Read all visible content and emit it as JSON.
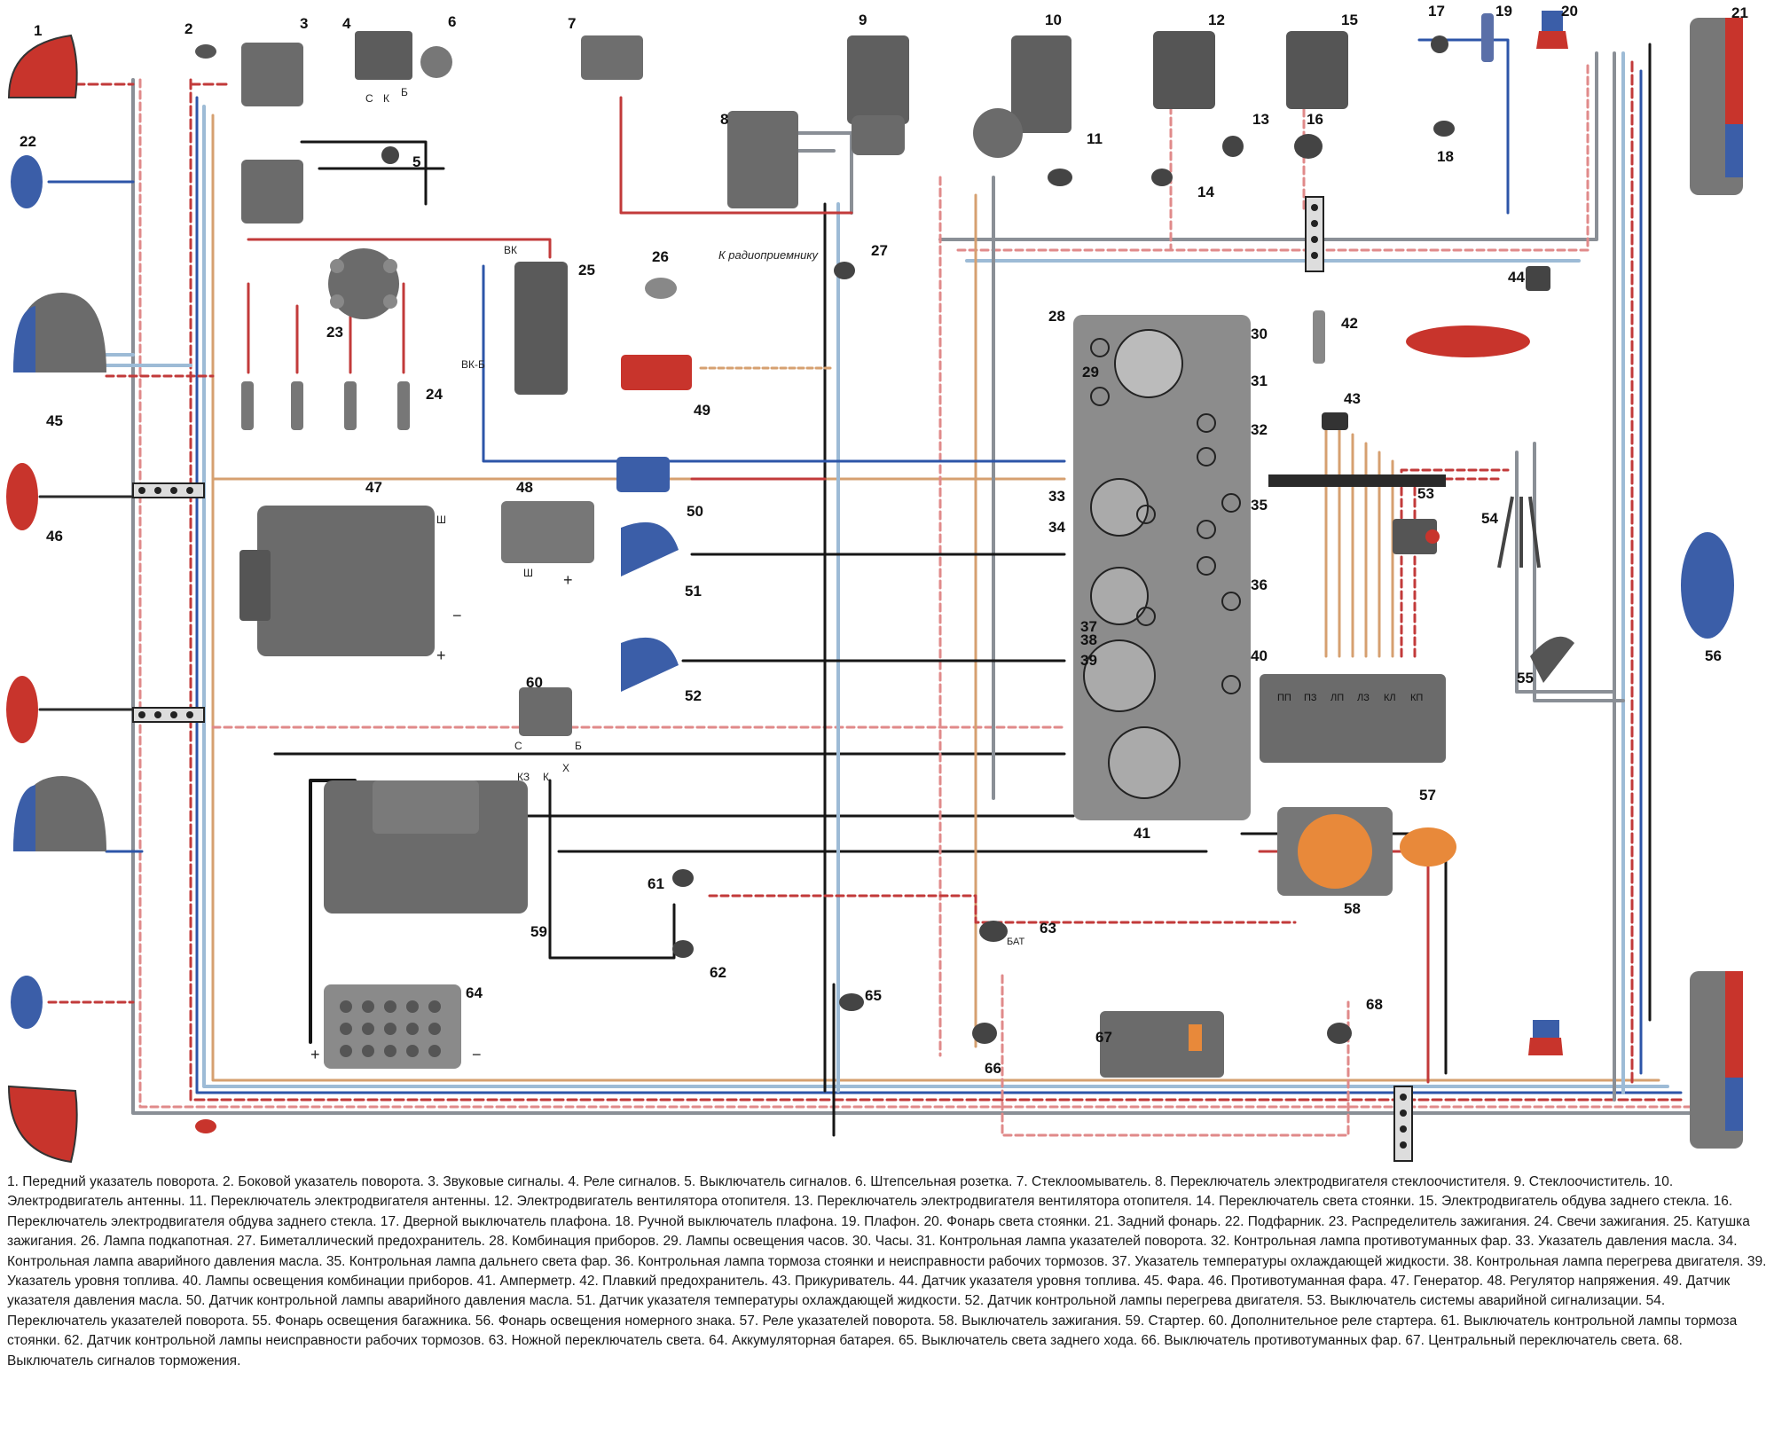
{
  "diagram": {
    "callouts": [
      {
        "n": "1"
      },
      {
        "n": "2"
      },
      {
        "n": "3"
      },
      {
        "n": "4"
      },
      {
        "n": "5"
      },
      {
        "n": "6"
      },
      {
        "n": "7"
      },
      {
        "n": "8"
      },
      {
        "n": "9"
      },
      {
        "n": "10"
      },
      {
        "n": "11"
      },
      {
        "n": "12"
      },
      {
        "n": "13"
      },
      {
        "n": "14"
      },
      {
        "n": "15"
      },
      {
        "n": "16"
      },
      {
        "n": "17"
      },
      {
        "n": "18"
      },
      {
        "n": "19"
      },
      {
        "n": "20"
      },
      {
        "n": "21"
      },
      {
        "n": "22"
      },
      {
        "n": "23"
      },
      {
        "n": "24"
      },
      {
        "n": "25"
      },
      {
        "n": "26"
      },
      {
        "n": "27"
      },
      {
        "n": "28"
      },
      {
        "n": "29"
      },
      {
        "n": "30"
      },
      {
        "n": "31"
      },
      {
        "n": "32"
      },
      {
        "n": "33"
      },
      {
        "n": "34"
      },
      {
        "n": "35"
      },
      {
        "n": "36"
      },
      {
        "n": "37"
      },
      {
        "n": "38"
      },
      {
        "n": "39"
      },
      {
        "n": "40"
      },
      {
        "n": "41"
      },
      {
        "n": "42"
      },
      {
        "n": "43"
      },
      {
        "n": "44"
      },
      {
        "n": "45"
      },
      {
        "n": "46"
      },
      {
        "n": "47"
      },
      {
        "n": "48"
      },
      {
        "n": "49"
      },
      {
        "n": "50"
      },
      {
        "n": "51"
      },
      {
        "n": "52"
      },
      {
        "n": "53"
      },
      {
        "n": "54"
      },
      {
        "n": "55"
      },
      {
        "n": "56"
      },
      {
        "n": "57"
      },
      {
        "n": "58"
      },
      {
        "n": "59"
      },
      {
        "n": "60"
      },
      {
        "n": "61"
      },
      {
        "n": "62"
      },
      {
        "n": "63"
      },
      {
        "n": "64"
      },
      {
        "n": "65"
      },
      {
        "n": "66"
      },
      {
        "n": "67"
      },
      {
        "n": "68"
      }
    ],
    "radio_label": "К радиоприемнику",
    "terminals": {
      "vk": "ВК",
      "vkb": "ВК-Б",
      "sh": "Ш",
      "plus": "+",
      "minus": "−",
      "bat": "БАТ",
      "s": "С",
      "k": "К",
      "b": "Б",
      "x": "Х",
      "kz": "КЗ"
    },
    "relay_pins": [
      "ПП",
      "ПЗ",
      "ЛП",
      "ЛЗ",
      "КЛ",
      "КП"
    ],
    "colors": {
      "wire_red": "#c23a3a",
      "wire_blue": "#2d55a8",
      "wire_black": "#161616",
      "wire_pink": "#e08a8a",
      "wire_gray": "#8a8f96",
      "wire_lightblue": "#9dbbd6",
      "wire_orange": "#d9903a",
      "wire_beige": "#d6a070",
      "panel_gray": "#8c8c8c",
      "component_gray": "#6b6b6b",
      "lamp_red": "#c8342c",
      "lamp_blue": "#3b5ea8",
      "key_orange": "#e8893a"
    }
  },
  "legend": {
    "text": "1. Передний указатель поворота. 2. Боковой указатель поворота. 3. Звуковые сигналы. 4. Реле сигналов. 5. Выключатель сигналов. 6. Штепсельная розетка. 7. Стеклоомыватель. 8. Переключатель электродвигателя стеклоочистителя. 9. Стеклоочиститель. 10. Электродвигатель антенны. 11. Переключатель электродвигателя антенны. 12. Электродвигатель вентилятора отопителя. 13. Переключатель электродвигателя вентилятора отопителя. 14. Переключатель света стоянки. 15. Электродвигатель обдува заднего стекла. 16. Переключатель электродвигателя обдува заднего стекла. 17. Дверной выключатель плафона. 18. Ручной выключатель плафона. 19. Плафон. 20. Фонарь света стоянки. 21. Задний фонарь. 22. Подфарник. 23. Распределитель зажигания. 24. Свечи зажигания. 25. Катушка зажигания. 26. Лампа подкапотная. 27. Биметаллический предохранитель. 28. Комбинация приборов. 29. Лампы освещения часов. 30. Часы. 31. Контрольная лампа указателей поворота. 32. Контрольная лампа противотуманных фар. 33. Указатель давления масла. 34. Контрольная лампа аварийного давления масла. 35. Контрольная лампа дальнего света фар. 36. Контрольная лампа тормоза стоянки и неисправности рабочих тормозов. 37. Указатель температуры охлаждающей жидкости. 38. Контрольная лампа перегрева двигателя. 39. Указатель уровня топлива. 40. Лампы освещения комбинации приборов. 41. Амперметр. 42. Плавкий предохранитель. 43. Прикуриватель. 44. Датчик указателя уровня топлива. 45. Фара. 46. Противотуманная фара. 47. Генератор. 48. Регулятор напряжения. 49. Датчик указателя давления масла. 50. Датчик контрольной лампы аварийного давления масла. 51. Датчик указателя температуры охлаждающей жидкости. 52. Датчик контрольной лампы перегрева двигателя. 53. Выключатель системы аварийной сигнализации. 54. Переключатель указателей поворота. 55. Фонарь освещения багажника. 56. Фонарь освещения номерного знака. 57. Реле указателей поворота. 58. Выключатель зажигания. 59. Стартер. 60. Дополнительное реле стартера. 61. Выключатель контрольной лампы тормоза стоянки. 62. Датчик контрольной лампы неисправности рабочих тормозов. 63. Ножной переключатель света. 64. Аккумуляторная батарея. 65. Выключатель света заднего хода. 66. Выключатель противотуманных фар. 67. Центральный переключатель света. 68. Выключатель сигналов торможения."
  }
}
